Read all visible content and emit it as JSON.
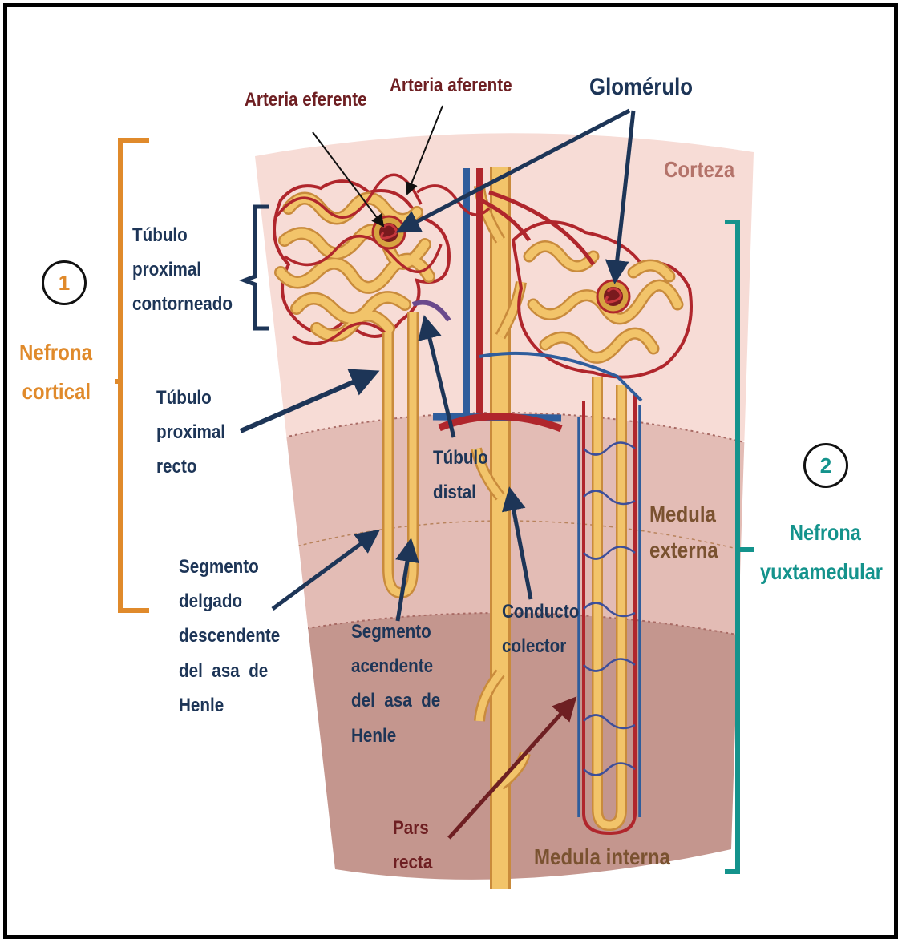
{
  "labels": {
    "arteria_eferente": "Arteria eferente",
    "arteria_aferente": "Arteria aferente",
    "glomerulo": "Glomérulo",
    "corteza": "Corteza",
    "tubulo_proximal_contorneado": [
      "Túbulo",
      "proximal",
      "contorneado"
    ],
    "tubulo_proximal_recto": [
      "Túbulo",
      "proximal",
      "recto"
    ],
    "tubulo_distal": [
      "Túbulo",
      "distal"
    ],
    "medula_externa": [
      "Medula",
      "externa"
    ],
    "segmento_delgado": [
      "Segmento",
      "delgado",
      "descendente",
      "del  asa  de",
      "Henle"
    ],
    "segmento_acendente": [
      "Segmento",
      "acendente",
      "del  asa  de",
      "Henle"
    ],
    "conducto_colector": [
      "Conducto",
      "colector"
    ],
    "pars_recta": [
      "Pars",
      "recta"
    ],
    "medula_interna": "Medula interna"
  },
  "groups": {
    "cortical": {
      "number": "1",
      "name": [
        "Nefrona",
        "cortical"
      ]
    },
    "juxtamedullary": {
      "number": "2",
      "name": [
        "Nefrona",
        "yuxtamedular"
      ]
    }
  },
  "colors": {
    "navy": "#1d3557",
    "maroon": "#6e1f22",
    "orange": "#e08a2b",
    "teal": "#14938c",
    "tubule": "#f2c46a",
    "artery": "#b0262c",
    "vein": "#2f5d9c",
    "cortex": "#f7dcd6",
    "outer_medulla": "#e3bcb5",
    "inner_medulla": "#c4968e"
  }
}
